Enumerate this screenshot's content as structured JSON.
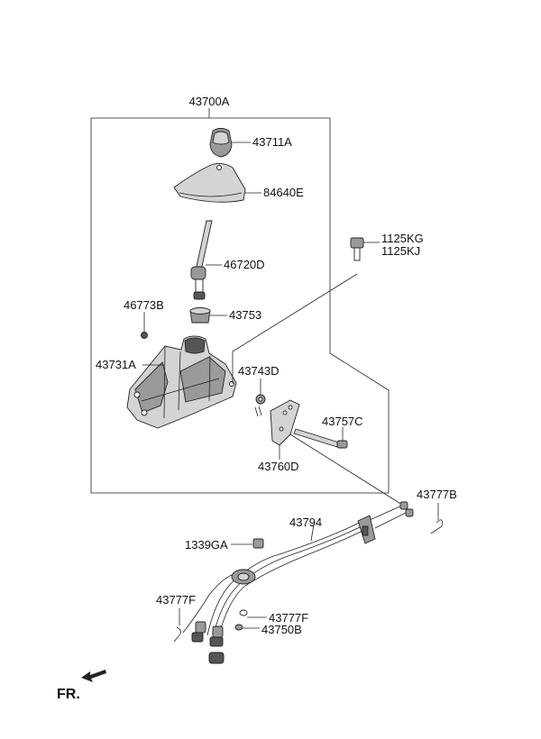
{
  "labels": {
    "assembly": "43700A",
    "knob": "43711A",
    "boot": "84640E",
    "lever": "46720D",
    "bushing": "43753",
    "nut": "46773B",
    "housing": "43731A",
    "spring": "43743D",
    "pin": "43757C",
    "plate": "43760D",
    "bolt_a": "1125KG",
    "bolt_b": "1125KJ",
    "clip_right": "43777B",
    "cable": "43794",
    "grommet_bolt": "1339GA",
    "clip_left": "43777F",
    "clip_mid": "43777F",
    "cable_end": "43750B"
  },
  "direction_label": "FR."
}
